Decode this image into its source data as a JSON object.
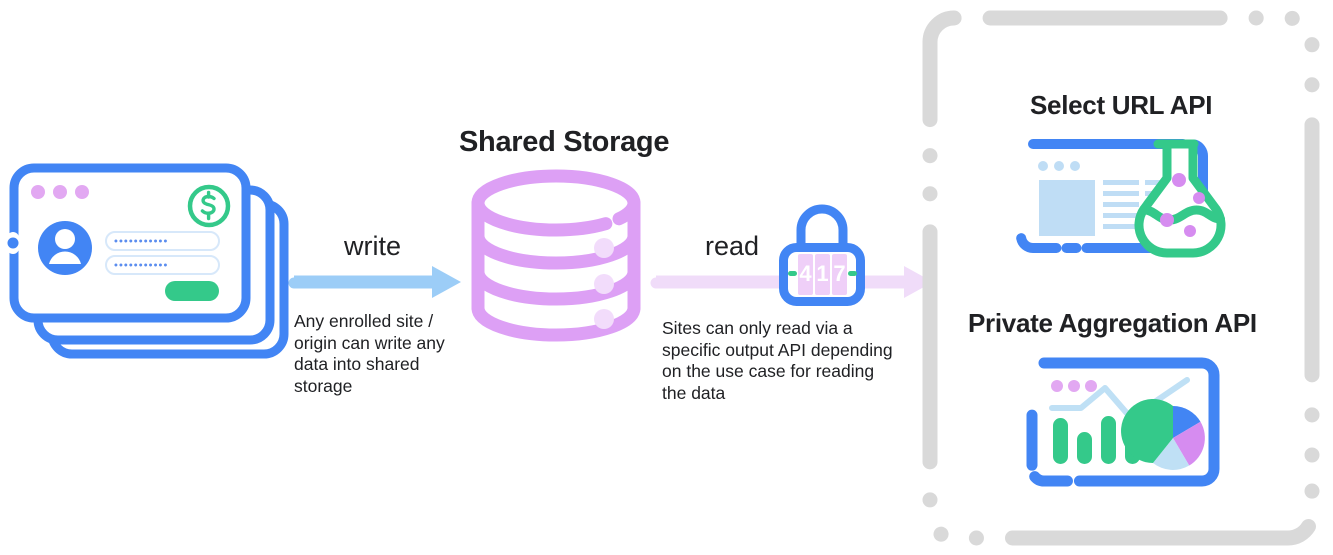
{
  "diagram": {
    "title_center": "Shared Storage",
    "write": {
      "label": "write",
      "caption": "Any enrolled site / origin can write any data into shared storage",
      "arrow_color": "#9CCDF7",
      "arrow_icon": "right-arrow-icon"
    },
    "read": {
      "label": "read",
      "caption": "Sites can only read via a specific output API depending on the use case for reading the data",
      "arrow_color": "#F0DCF9",
      "arrow_icon": "right-arrow-icon",
      "lock": {
        "icon": "combination-padlock-icon",
        "digits": [
          "4",
          "1",
          "7"
        ],
        "body_color": "#4285F4",
        "dial_color": "#E2A8F2",
        "tick_color": "#34C98A"
      }
    },
    "storage": {
      "icon": "database-cylinder-icon",
      "color": "#DDA0F5",
      "bands": 3,
      "dot_color": "#F2DCFB"
    },
    "sites": {
      "icon": "stacked-browser-cards-icon",
      "stack_count": 3,
      "border_color": "#4285F4",
      "dots": [
        "#E2A8F2",
        "#E2A8F2",
        "#E2A8F2"
      ],
      "badge_icon": "dollar-circle-icon",
      "badge_color": "#34C98A",
      "avatar_icon": "user-avatar-icon",
      "avatar_color": "#4285F4",
      "field_dots": "•••••••••••",
      "submit_color": "#34C98A"
    },
    "output_apis": {
      "border_color": "#D9D9D9",
      "items": [
        {
          "title": "Select URL API",
          "icon": "browser-flask-icon",
          "flask_color": "#34C98A",
          "bubble_color": "#D68CF0",
          "window_color": "#4285F4",
          "content_color": "#BFDDF5"
        },
        {
          "title": "Private Aggregation API",
          "icon": "analytics-dashboard-icon",
          "window_color": "#4285F4",
          "dots": [
            "#E2A8F2",
            "#E2A8F2",
            "#E2A8F2"
          ],
          "bar_color": "#34C98A",
          "line_color": "#BFE0F5",
          "pie": [
            {
              "name": "green",
              "color": "#34C98A",
              "value": 50
            },
            {
              "name": "blue",
              "color": "#4285F4",
              "value": 18
            },
            {
              "name": "purple",
              "color": "#D68CF0",
              "value": 17
            },
            {
              "name": "light-blue",
              "color": "#BFE0F5",
              "value": 15
            }
          ]
        }
      ]
    }
  }
}
